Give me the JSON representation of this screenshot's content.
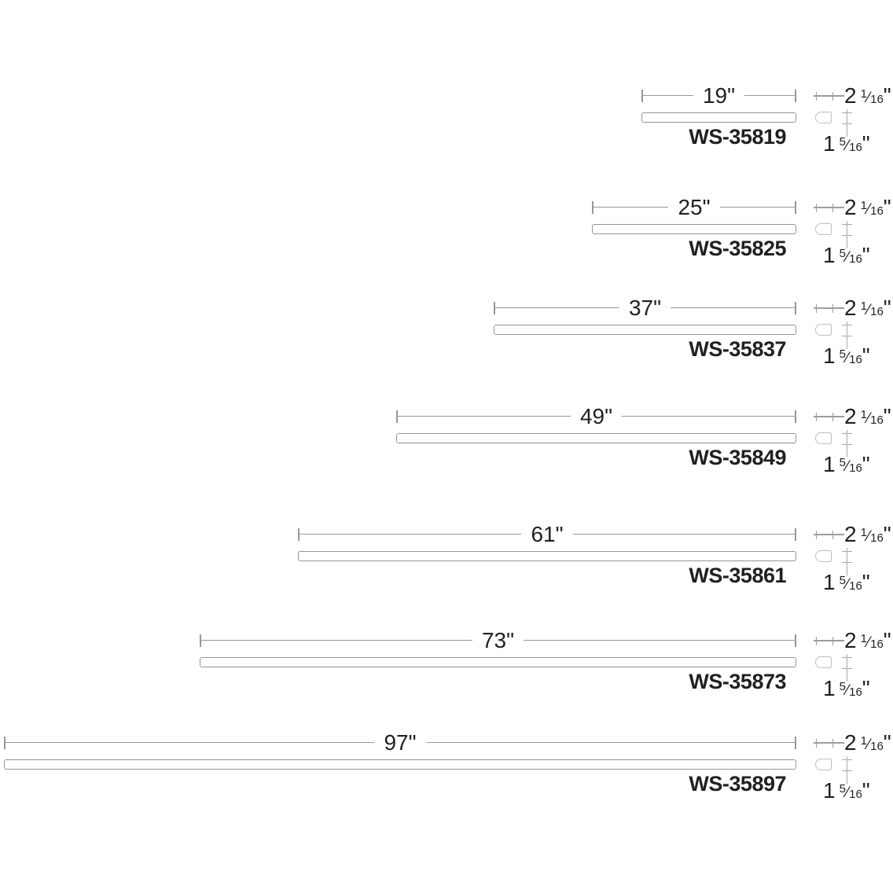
{
  "diagram": {
    "title": "linear-fixture-size-chart",
    "rows": [
      {
        "model": "WS-35819",
        "length_label": "19\"",
        "length_in": 19
      },
      {
        "model": "WS-35825",
        "length_label": "25\"",
        "length_in": 25
      },
      {
        "model": "WS-35837",
        "length_label": "37\"",
        "length_in": 37
      },
      {
        "model": "WS-35849",
        "length_label": "49\"",
        "length_in": 49
      },
      {
        "model": "WS-35861",
        "length_label": "61\"",
        "length_in": 61
      },
      {
        "model": "WS-35873",
        "length_label": "73\"",
        "length_in": 73
      },
      {
        "model": "WS-35897",
        "length_label": "97\"",
        "length_in": 97
      }
    ],
    "cross_section": {
      "width": {
        "whole": "2",
        "numerator": "1",
        "denominator": "16",
        "unit": "\""
      },
      "height": {
        "whole": "1",
        "numerator": "5",
        "denominator": "16",
        "unit": "\""
      }
    },
    "colors": {
      "dimension_line": "#95979a",
      "bar_outline": "#939598",
      "profile_outline": "#bcbec0",
      "text": "#231f20",
      "background": "#ffffff"
    }
  }
}
